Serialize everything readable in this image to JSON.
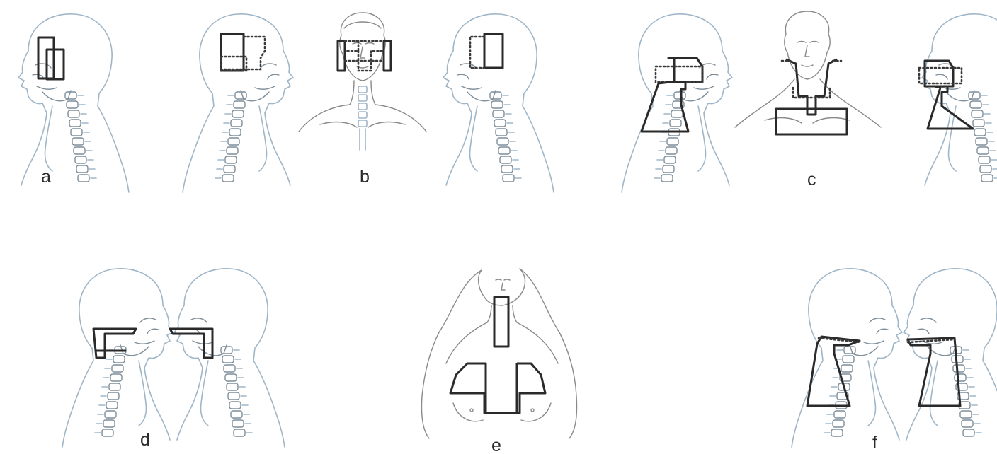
{
  "figure": {
    "panels": [
      {
        "id": "a",
        "label": "a"
      },
      {
        "id": "b",
        "label": "b"
      },
      {
        "id": "c",
        "label": "c"
      },
      {
        "id": "d",
        "label": "d"
      },
      {
        "id": "e",
        "label": "e"
      },
      {
        "id": "f",
        "label": "f"
      }
    ]
  },
  "colors": {
    "anatomy_outline": "#9fb6c8",
    "field_outline": "#2a2a2a",
    "label_text": "#2a2a2a"
  }
}
